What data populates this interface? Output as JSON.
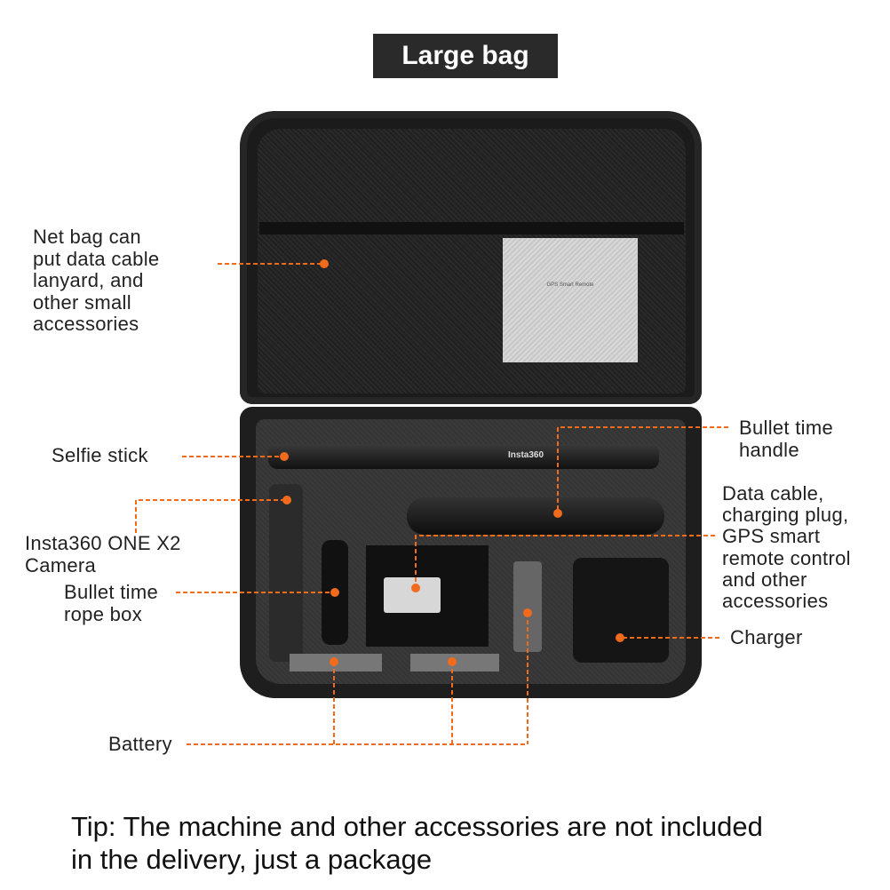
{
  "title": "Large bag",
  "labels": {
    "net_bag": [
      "Net bag can",
      "put data cable",
      "lanyard, and",
      "other small",
      "accessories"
    ],
    "selfie_stick": "Selfie stick",
    "bullet_time_handle": [
      "Bullet time",
      "handle"
    ],
    "camera": [
      "Insta360 ONE X2",
      "Camera"
    ],
    "rope_box": [
      "Bullet time",
      "rope box"
    ],
    "data_cable": [
      "Data cable,",
      "charging plug,",
      "GPS smart",
      "remote control",
      "and other",
      "accessories"
    ],
    "charger": "Charger",
    "battery": "Battery"
  },
  "product_text": {
    "stick_brand": "Insta360",
    "card_title": "GPS Smart Remote"
  },
  "tip": [
    "Tip: The machine and other accessories are not included",
    "in the delivery, just a package"
  ],
  "colors": {
    "accent": "#f26a1b",
    "title_bg": "#2a2a2a"
  }
}
